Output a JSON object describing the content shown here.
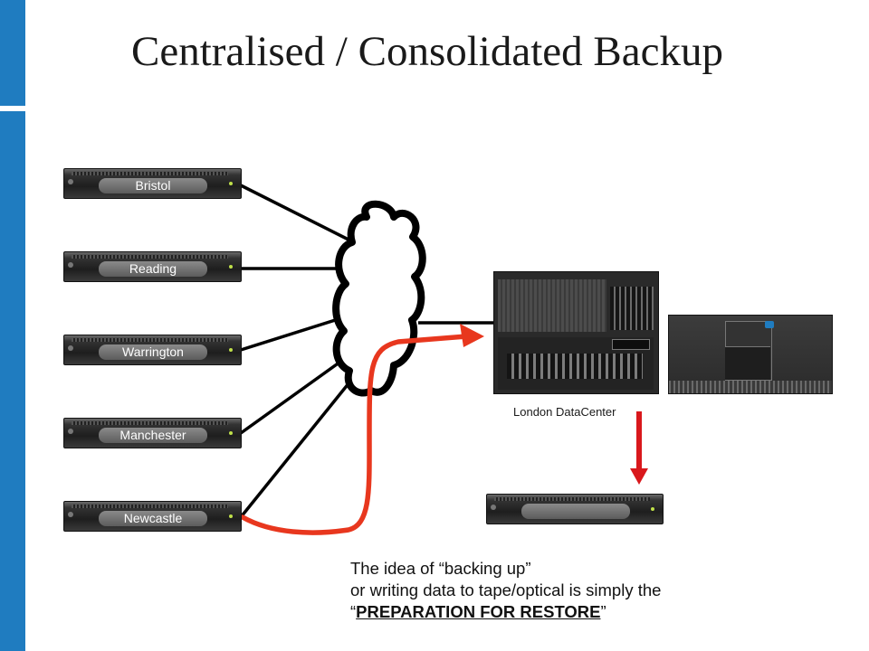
{
  "slide": {
    "title": "Centralised / Consolidated Backup"
  },
  "sites": [
    {
      "label": "Bristol"
    },
    {
      "label": "Reading"
    },
    {
      "label": "Warrington"
    },
    {
      "label": "Manchester"
    },
    {
      "label": "Newcastle"
    }
  ],
  "datacenter": {
    "label": "London DataCenter"
  },
  "caption": {
    "line1": "The idea of “backing up”",
    "line2": "or writing data to tape/optical is simply the",
    "quote_open": "“",
    "emphasis": "PREPARATION FOR RESTORE",
    "quote_close": "”"
  },
  "colors": {
    "sidebar": "#1f7cc0",
    "restore_path": "#e8371e",
    "arrow_down": "#d9181c",
    "connection_lines": "#000000"
  }
}
